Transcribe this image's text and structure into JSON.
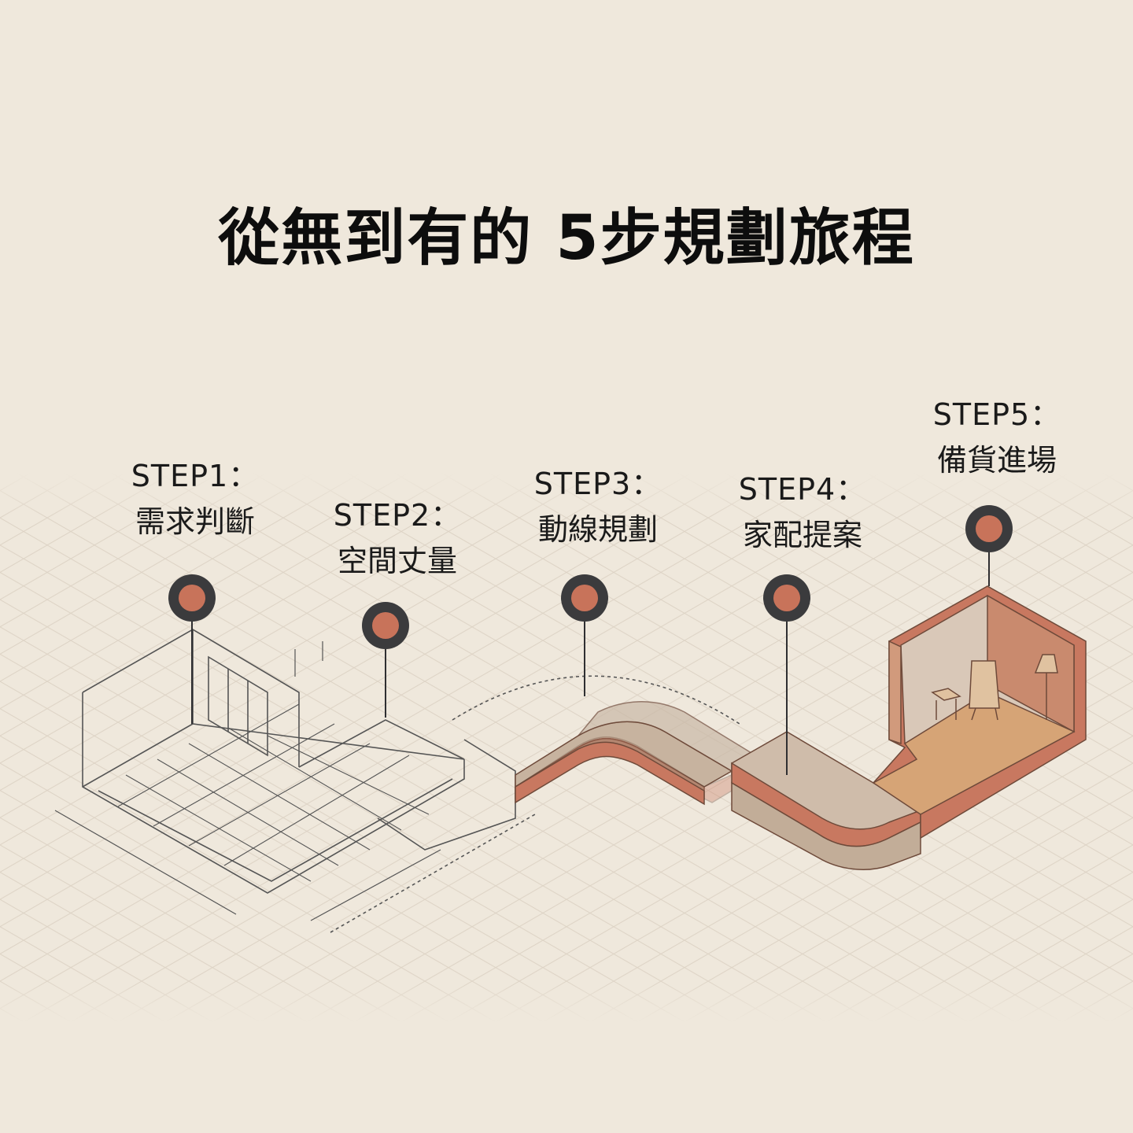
{
  "title": "從無到有的 5步規劃旅程",
  "steps": [
    {
      "label": "STEP1：",
      "text": "需求判斷"
    },
    {
      "label": "STEP2：",
      "text": "空間丈量"
    },
    {
      "label": "STEP3：",
      "text": "動線規劃"
    },
    {
      "label": "STEP4：",
      "text": "家配提案"
    },
    {
      "label": "STEP5：",
      "text": "備貨進場"
    }
  ],
  "colors": {
    "background": "#efe8dc",
    "pin_ring": "#3b3b3d",
    "pin_core": "#c8735a",
    "terracotta": "#c87860",
    "taupe": "#c2ad98",
    "wood": "#d6a476"
  }
}
